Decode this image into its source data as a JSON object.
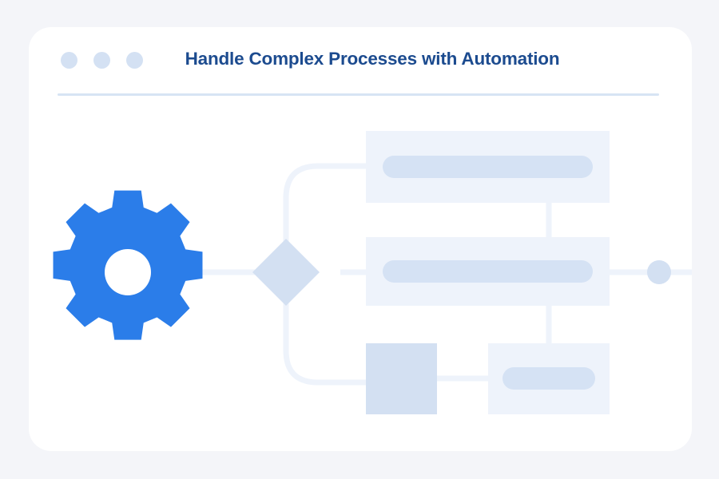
{
  "page": {
    "background_color": "#f4f5f9",
    "card_background": "#ffffff"
  },
  "window": {
    "title": "Handle Complex Processes with Automation",
    "title_color": "#1c4b8f",
    "divider_color": "#d7e4f4",
    "traffic_lights": [
      {
        "name": "dot-1",
        "color": "#d4e1f3"
      },
      {
        "name": "dot-2",
        "color": "#d4e1f3"
      },
      {
        "name": "dot-3",
        "color": "#d4e1f3"
      }
    ]
  },
  "diagram": {
    "palette": {
      "accent_blue": "#2b7de9",
      "node_fill": "#eef3fb",
      "node_fill_strong": "#d3e0f2",
      "pill_fill": "#d5e2f4",
      "connector": "#eef3fb",
      "hub_white": "#ffffff"
    },
    "nodes": [
      {
        "name": "gear-icon",
        "type": "gear",
        "teeth": 8,
        "color": "#2b7de9",
        "hub_color": "#ffffff"
      },
      {
        "name": "decision-diamond",
        "type": "diamond",
        "color": "#d3e0f2"
      },
      {
        "name": "process-card-top",
        "type": "card",
        "color": "#eef3fb",
        "pill": true
      },
      {
        "name": "process-card-middle",
        "type": "card",
        "color": "#eef3fb",
        "pill": true
      },
      {
        "name": "process-box-bottom-left",
        "type": "box",
        "color": "#d3e0f2",
        "pill": false
      },
      {
        "name": "process-card-bottom-right",
        "type": "card",
        "color": "#eef3fb",
        "pill": true
      },
      {
        "name": "endpoint-circle",
        "type": "circle",
        "color": "#d3e0f2"
      }
    ],
    "connectors": [
      {
        "name": "gear-to-diamond",
        "from": "gear-icon",
        "to": "decision-diamond"
      },
      {
        "name": "diamond-to-top-card",
        "from": "decision-diamond",
        "to": "process-card-top"
      },
      {
        "name": "diamond-to-middle-card",
        "from": "decision-diamond",
        "to": "process-card-middle"
      },
      {
        "name": "diamond-to-bottom-box",
        "from": "decision-diamond",
        "to": "process-box-bottom-left"
      },
      {
        "name": "top-card-to-middle-card",
        "from": "process-card-top",
        "to": "process-card-middle"
      },
      {
        "name": "middle-card-to-bottom-right-card",
        "from": "process-card-middle",
        "to": "process-card-bottom-right"
      },
      {
        "name": "bottom-box-to-bottom-right-card",
        "from": "process-box-bottom-left",
        "to": "process-card-bottom-right"
      },
      {
        "name": "middle-card-to-endpoint",
        "from": "process-card-middle",
        "to": "endpoint-circle"
      }
    ]
  }
}
